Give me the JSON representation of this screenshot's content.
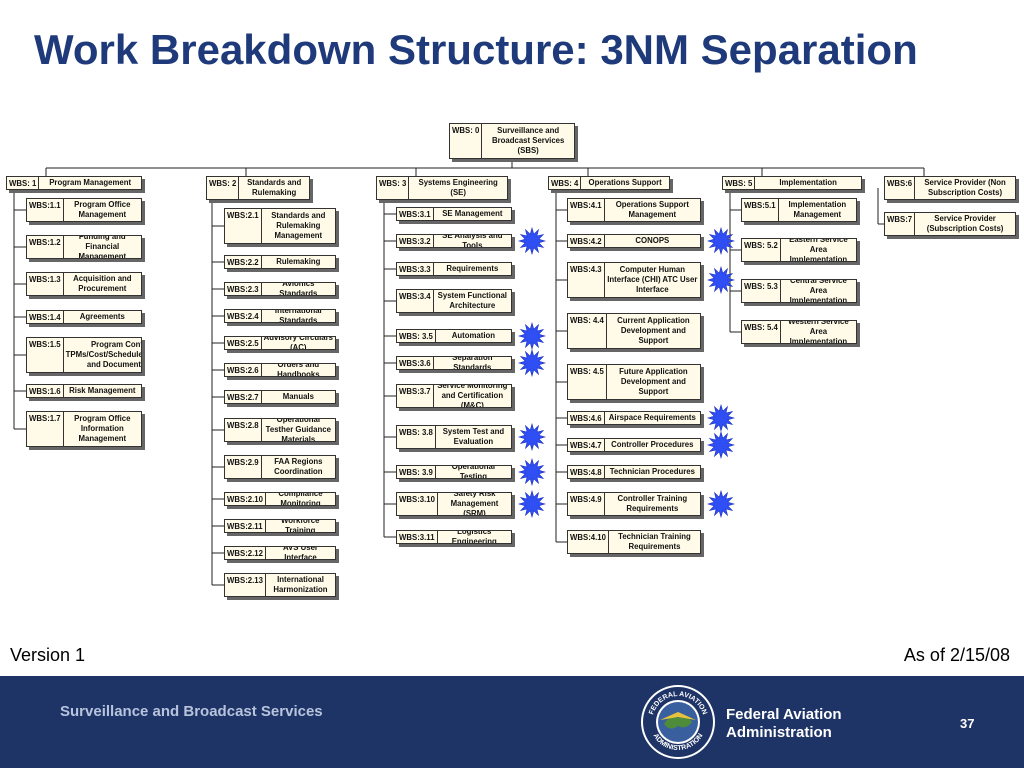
{
  "title": "Work Breakdown Structure: 3NM Separation",
  "version": "Version 1",
  "as_of": "As of 2/15/08",
  "footer": {
    "program": "Surveillance and Broadcast Services",
    "agency_line1": "Federal Aviation",
    "agency_line2": "Administration",
    "page_number": "37",
    "seal_top_text": "FEDERAL AVIATION",
    "seal_bottom_text": "ADMINISTRATION"
  },
  "colors": {
    "title": "#1f3a7a",
    "footer_bg": "#1e3466",
    "box_fill": "#fffbe8",
    "star": "#2f4ff5"
  },
  "wbs": {
    "root": {
      "code": "WBS: 0",
      "label": "Surveillance and Broadcast Services (SBS)"
    },
    "groups": [
      {
        "code": "WBS: 1",
        "label": "Program Management",
        "children": [
          {
            "code": "WBS:1.1",
            "label": "Program Office Management"
          },
          {
            "code": "WBS:1.2",
            "label": "Funding and Financial Management"
          },
          {
            "code": "WBS:1.3",
            "label": "Acquisition and Procurement"
          },
          {
            "code": "WBS:1.4",
            "label": "Agreements"
          },
          {
            "code": "WBS:1.5",
            "label": "Program Control: TPMs/Cost/Schedule/EVM/Data and Documentation"
          },
          {
            "code": "WBS:1.6",
            "label": "Risk Management"
          },
          {
            "code": "WBS:1.7",
            "label": "Program Office Information Management"
          }
        ]
      },
      {
        "code": "WBS: 2",
        "label": "Standards and Rulemaking",
        "children": [
          {
            "code": "WBS:2.1",
            "label": "Standards and Rulemaking Management"
          },
          {
            "code": "WBS:2.2",
            "label": "Rulemaking"
          },
          {
            "code": "WBS:2.3",
            "label": "Avionics Standards"
          },
          {
            "code": "WBS:2.4",
            "label": "International Standards"
          },
          {
            "code": "WBS:2.5",
            "label": "Advisory Circulars (AC)"
          },
          {
            "code": "WBS:2.6",
            "label": "Orders and Handbooks"
          },
          {
            "code": "WBS:2.7",
            "label": "Manuals"
          },
          {
            "code": "WBS:2.8",
            "label": "Operational Testher Guidance Materials"
          },
          {
            "code": "WBS:2.9",
            "label": "FAA Regions Coordination"
          },
          {
            "code": "WBS:2.10",
            "label": "Compliance Monitoring"
          },
          {
            "code": "WBS:2.11",
            "label": "Workforce Training"
          },
          {
            "code": "WBS:2.12",
            "label": "AVS User Interface"
          },
          {
            "code": "WBS:2.13",
            "label": "International Harmonization"
          }
        ]
      },
      {
        "code": "WBS: 3",
        "label": "Systems Engineering (SE)",
        "children": [
          {
            "code": "WBS:3.1",
            "label": "SE Management"
          },
          {
            "code": "WBS:3.2",
            "label": "SE Analysis and Tools"
          },
          {
            "code": "WBS:3.3",
            "label": "Requirements"
          },
          {
            "code": "WBS:3.4",
            "label": "System Functional Architecture"
          },
          {
            "code": "WBS: 3.5",
            "label": "Automation"
          },
          {
            "code": "WBS:3.6",
            "label": "Separation Standards"
          },
          {
            "code": "WBS:3.7",
            "label": "Service Monitoring and Certification (M&C)"
          },
          {
            "code": "WBS: 3.8",
            "label": "System Test and Evaluation"
          },
          {
            "code": "WBS: 3.9",
            "label": "Operational Testing"
          },
          {
            "code": "WBS:3.10",
            "label": "Safety Risk Management (SRM)"
          },
          {
            "code": "WBS:3.11",
            "label": "Logistics Engineering"
          }
        ]
      },
      {
        "code": "WBS: 4",
        "label": "Operations Support",
        "children": [
          {
            "code": "WBS:4.1",
            "label": "Operations Support Management"
          },
          {
            "code": "WBS:4.2",
            "label": "CONOPS"
          },
          {
            "code": "WBS:4.3",
            "label": "Computer Human Interface (CHI) ATC User Interface"
          },
          {
            "code": "WBS: 4.4",
            "label": "Current Application Development and Support"
          },
          {
            "code": "WBS: 4.5",
            "label": "Future Application Development and Support"
          },
          {
            "code": "WBS:4.6",
            "label": "Airspace Requirements"
          },
          {
            "code": "WBS:4.7",
            "label": "Controller Procedures"
          },
          {
            "code": "WBS:4.8",
            "label": "Technician Procedures"
          },
          {
            "code": "WBS:4.9",
            "label": "Controller Training Requirements"
          },
          {
            "code": "WBS:4.10",
            "label": "Technician Training Requirements"
          }
        ]
      },
      {
        "code": "WBS: 5",
        "label": "Implementation",
        "children": [
          {
            "code": "WBS:5.1",
            "label": "Implementation Management"
          },
          {
            "code": "WBS: 5.2",
            "label": "Eastern Service Area Implementation"
          },
          {
            "code": "WBS: 5.3",
            "label": "Central Service Area Implementation"
          },
          {
            "code": "WBS: 5.4",
            "label": "Western Service Area Implementation"
          }
        ]
      },
      {
        "code": "WBS:6",
        "label": "Service Provider (Non Subscription Costs)",
        "children": [
          {
            "code": "WBS:7",
            "label": "Service Provider (Subscription Costs)"
          }
        ]
      }
    ]
  }
}
